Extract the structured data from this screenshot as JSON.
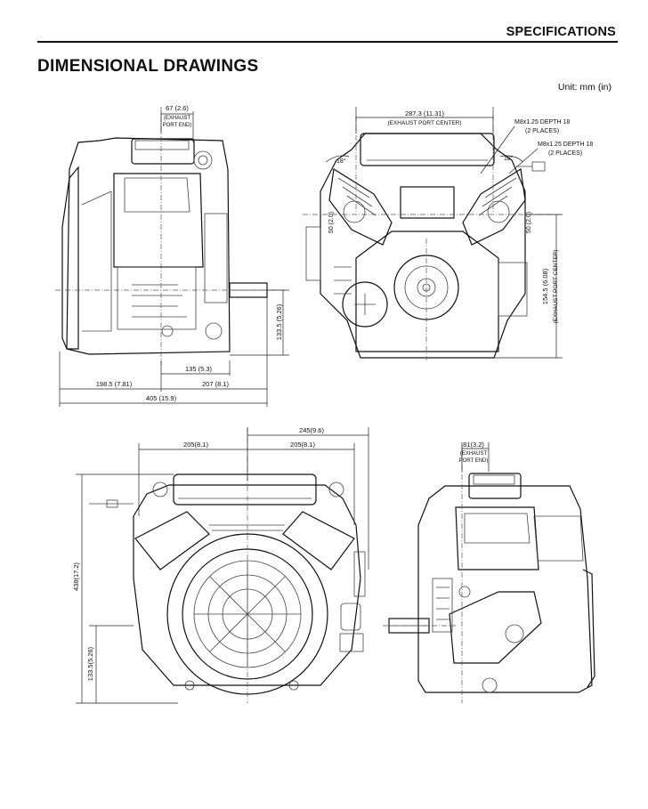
{
  "header": {
    "section": "SPECIFICATIONS"
  },
  "page_title": "DIMENSIONAL DRAWINGS",
  "unit_note": "Unit: mm (in)",
  "views": {
    "side_top": {
      "exhaust_offset": "67 (2.6)",
      "exhaust_note_1": "(EXHAUST",
      "exhaust_note_2": "PORT END)",
      "shaft_height": "133.5 (5.26)",
      "d_135": "135 (5.3)",
      "d_1985": "198.5 (7.81)",
      "d_207": "207 (8.1)",
      "d_405": "405 (15.9)"
    },
    "front_top": {
      "port_center": "287.3 (11.31)",
      "port_center_note": "(EXHAUST PORT CENTER)",
      "thread_a": "M8x1.25 DEPTH 18",
      "thread_a_note": "(2 PLACES)",
      "thread_b": "M8x1.25 DEPTH 18",
      "thread_b_note": "(2 PLACES)",
      "angle_left": "18°",
      "angle_right": "18°",
      "d50_left": "50 (2.0)",
      "d50_right": "50 (2.0)",
      "port_height": "154.5 (6.08)",
      "port_height_note": "(EXHAUST PORT CENTER)"
    },
    "rear_bottom": {
      "d245": "245(9.6)",
      "d205_left": "205(8.1)",
      "d205_right": "205(8.1)",
      "height_total": "438(17.2)",
      "shaft_height": "133.5(5.26)"
    },
    "side_bottom": {
      "exhaust_offset": "81(3.2)",
      "exhaust_note_1": "(EXHAUST",
      "exhaust_note_2": "PORT END)"
    }
  }
}
